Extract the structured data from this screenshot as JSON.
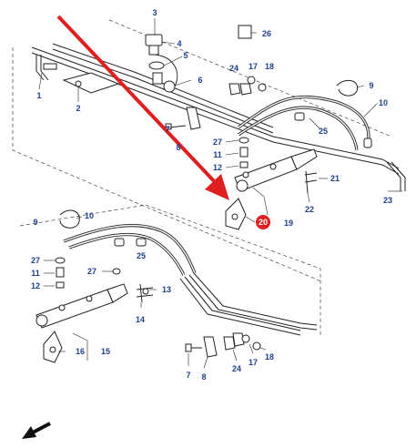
{
  "diagram": {
    "callouts": {
      "c1": "1",
      "c2": "2",
      "c3": "3",
      "c4": "4",
      "c5": "5",
      "c6": "6",
      "c7a": "7",
      "c8a": "8",
      "c9a": "9",
      "c10a": "10",
      "c11a": "11",
      "c12a": "12",
      "c17a": "17",
      "c18a": "18",
      "c19": "19",
      "c20": "20",
      "c21": "21",
      "c22": "22",
      "c23": "23",
      "c24a": "24",
      "c25a": "25",
      "c26": "26",
      "c27a": "27",
      "c9b": "9",
      "c10b": "10",
      "c27b": "27",
      "c11b": "11",
      "c12b": "12",
      "c25b": "25",
      "c27c": "27",
      "c13": "13",
      "c14": "14",
      "c15": "15",
      "c16": "16",
      "c7b": "7",
      "c8b": "8",
      "c24b": "24",
      "c17b": "17",
      "c18b": "18"
    },
    "highlight_color": "#e02020",
    "arrow_color": "#e02020",
    "callout_color": "#1f3f8f"
  }
}
